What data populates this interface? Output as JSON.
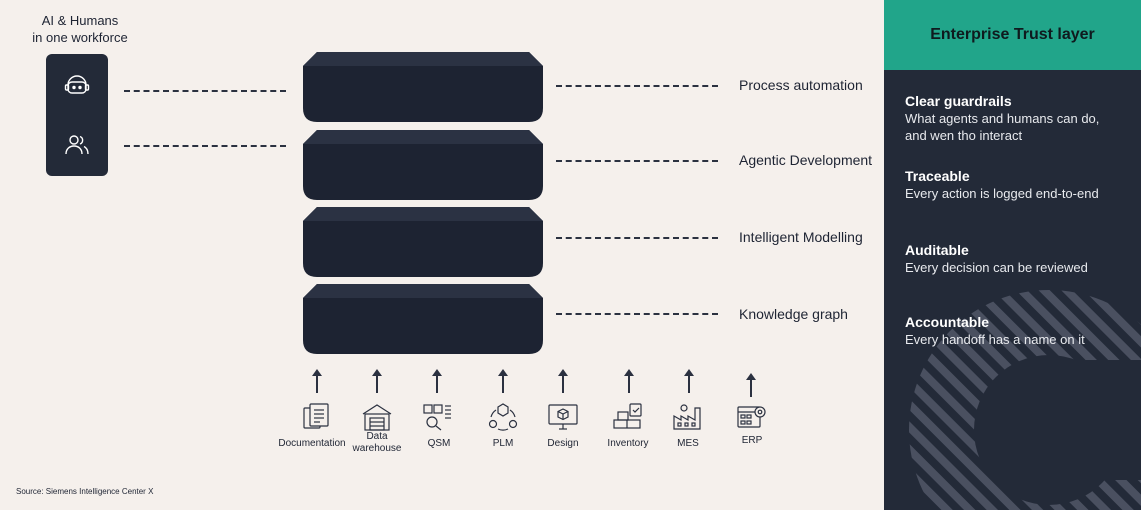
{
  "workforce": {
    "title_line1": "AI & Humans",
    "title_line2": "in one workforce",
    "icons": [
      "ai-agent-headset-icon",
      "humans-icon"
    ]
  },
  "layers": [
    {
      "label": "Process automation"
    },
    {
      "label": "Agentic Development"
    },
    {
      "label": "Intelligent Modelling"
    },
    {
      "label": "Knowledge graph"
    }
  ],
  "sources": [
    {
      "line1": "Documentation",
      "line2": "",
      "icon": "documentation-icon"
    },
    {
      "line1": "Data",
      "line2": "warehouse",
      "icon": "data-warehouse-icon"
    },
    {
      "line1": "QSM",
      "line2": "",
      "icon": "qsm-icon"
    },
    {
      "line1": "PLM",
      "line2": "",
      "icon": "plm-icon"
    },
    {
      "line1": "Design",
      "line2": "",
      "icon": "design-icon"
    },
    {
      "line1": "Inventory",
      "line2": "",
      "icon": "inventory-icon"
    },
    {
      "line1": "MES",
      "line2": "",
      "icon": "mes-icon"
    },
    {
      "line1": "ERP",
      "line2": "",
      "icon": "erp-icon"
    }
  ],
  "source_note": "Source: Siemens Intelligence Center X",
  "trust": {
    "title": "Enterprise Trust layer",
    "items": [
      {
        "heading": "Clear guardrails",
        "desc": "What agents and humans can do, and wen tho interact"
      },
      {
        "heading": "Traceable",
        "desc": "Every action is logged end-to-end"
      },
      {
        "heading": "Auditable",
        "desc": "Every decision can be reviewed"
      },
      {
        "heading": "Accountable",
        "desc": "Every handoff has a name on it"
      }
    ]
  },
  "colors": {
    "background": "#f5f0ec",
    "layer_block": "#232a38",
    "trust_panel": "#232a38",
    "trust_header": "#21a58a",
    "text": "#1e2433"
  }
}
